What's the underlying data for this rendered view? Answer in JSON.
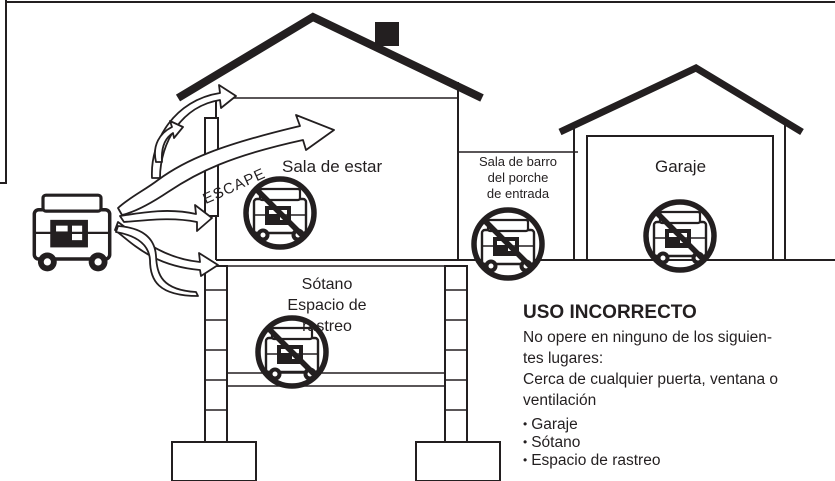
{
  "labels": {
    "escape": "ESCAPE",
    "living_room": "Sala de estar",
    "mudroom_line1": "Sala de barro",
    "mudroom_line2": "del porche",
    "mudroom_line3": "de entrada",
    "garage": "Garaje",
    "basement_line1": "Sótano",
    "basement_line2": "Espacio de",
    "basement_line3": "rastreo"
  },
  "warning": {
    "title": "USO INCORRECTO",
    "text_line1": "No opere en ninguno de los siguien-",
    "text_line2": "tes lugares:",
    "text_line3": "Cerca de cualquier puerta, ventana o",
    "text_line4": "ventilación",
    "items": [
      "Garaje",
      "Sótano",
      "Espacio de rastreo"
    ]
  },
  "icons": {
    "prohibited_generator": "prohibited-generator-icon",
    "generator": "portable-generator-icon",
    "exhaust_arrow": "exhaust-flow-arrow-icon"
  },
  "colors": {
    "line": "#231f20",
    "prohibition": "#231f20",
    "background": "#ffffff"
  }
}
